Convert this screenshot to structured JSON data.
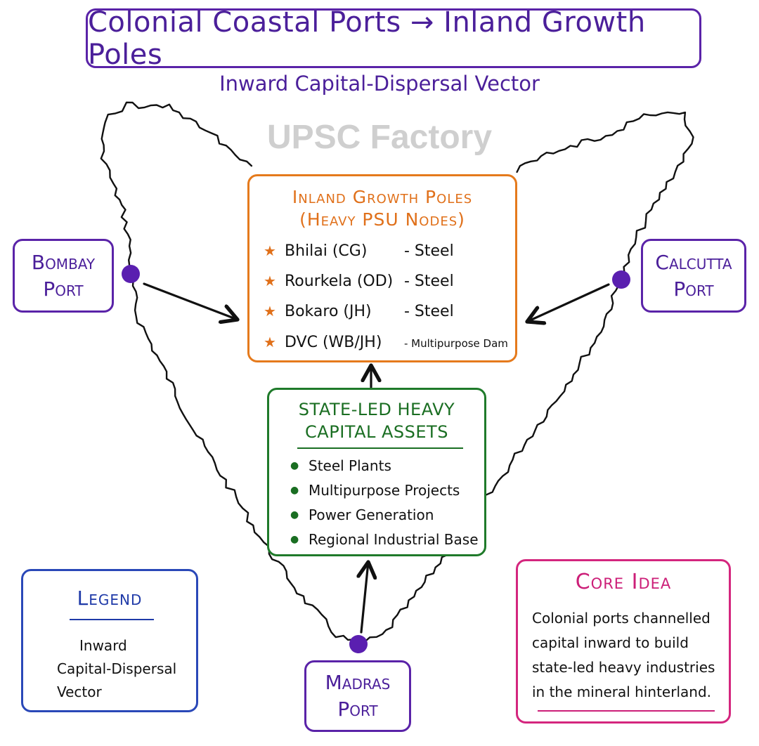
{
  "title": "Colonial Coastal Ports → Inland Growth Poles",
  "subtitle": "Inward Capital-Dispersal Vector",
  "watermark": "UPSC Factory",
  "ports": {
    "bombay": [
      "Bombay",
      "Port"
    ],
    "calcutta": [
      "Calcutta",
      "Port"
    ],
    "madras": [
      "Madras",
      "Port"
    ]
  },
  "growth_poles": {
    "heading": [
      "Inland Growth Poles",
      "(Heavy PSU Nodes)"
    ],
    "items": [
      {
        "name": "Bhilai (CG)",
        "type": "- Steel"
      },
      {
        "name": "Rourkela (OD)",
        "type": "- Steel"
      },
      {
        "name": "Bokaro (JH)",
        "type": "- Steel"
      },
      {
        "name": "DVC (WB/JH)",
        "type": "- Multipurpose Dam"
      }
    ]
  },
  "capital_assets": {
    "heading": [
      "STATE-LED HEAVY",
      "CAPITAL ASSETS"
    ],
    "items": [
      "Steel Plants",
      "Multipurpose Projects",
      "Power Generation",
      "Regional Industrial Base"
    ]
  },
  "legend": {
    "heading": "Legend",
    "item": [
      "Inward",
      "Capital-Dispersal",
      "Vector"
    ]
  },
  "core_idea": {
    "heading": "Core Idea",
    "lines": [
      "Colonial ports channelled",
      "capital inward to build",
      "state-led heavy industries",
      "in the mineral hinterland."
    ]
  },
  "colors": {
    "port": "#5a23a8",
    "growth_poles": "#e57a1c",
    "capital_assets": "#1f7a2a",
    "legend": "#2a48b8",
    "core_idea": "#d4267e",
    "outline": "#111111"
  },
  "icons": {
    "port_marker": "purple-dot",
    "pole_marker": "orange-star",
    "asset_marker": "green-bullet",
    "vector": "right-arrow"
  }
}
